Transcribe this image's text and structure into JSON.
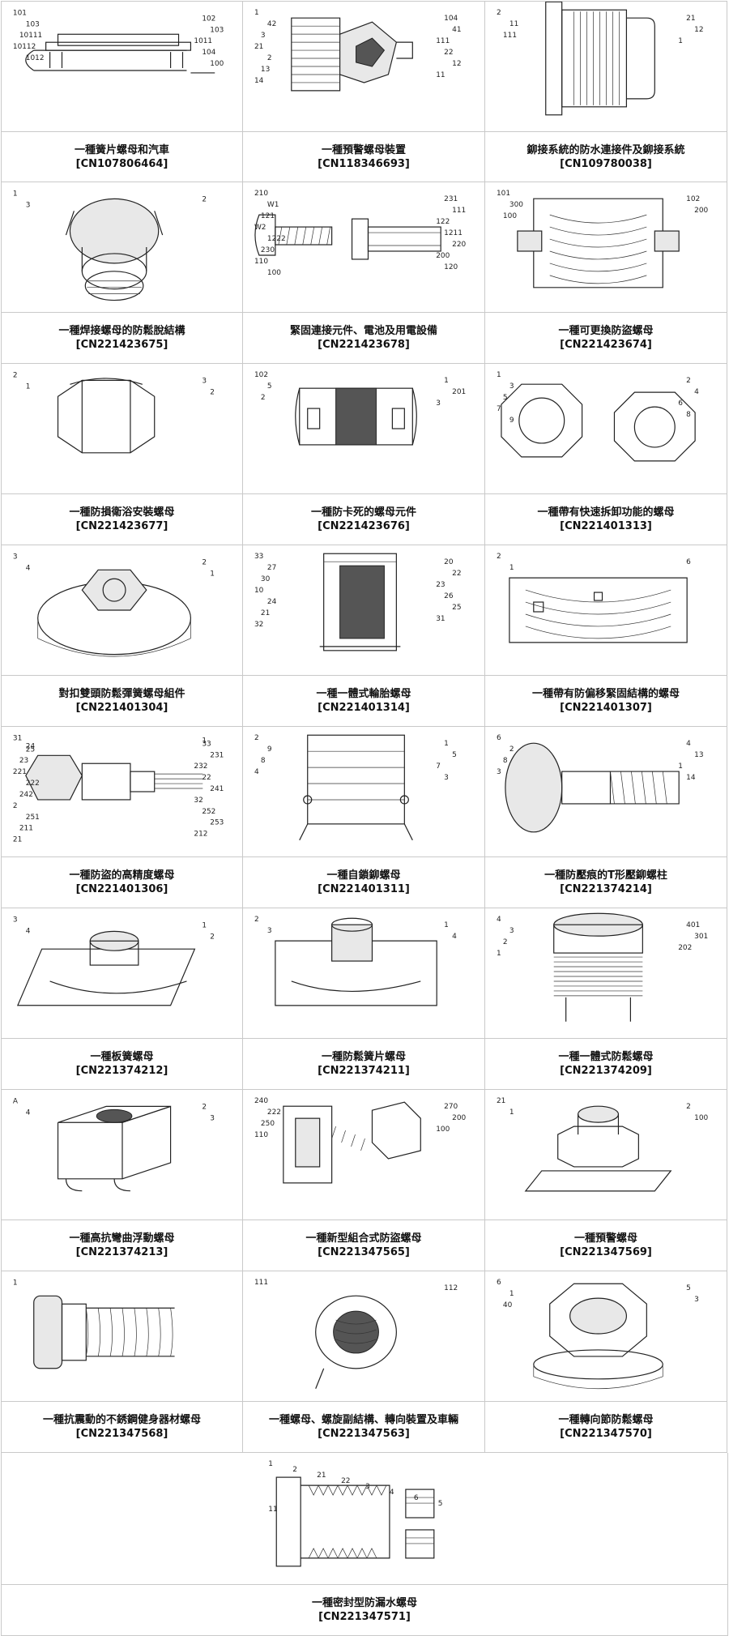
{
  "items": [
    {
      "title": "一種簧片螺母和汽車",
      "num": "[CN107806464]",
      "labels": [
        "101",
        "102",
        "103",
        "103",
        "10111",
        "1011",
        "10112",
        "104",
        "1012",
        "100"
      ]
    },
    {
      "title": "一種預警螺母裝置",
      "num": "[CN118346693]",
      "labels": [
        "1",
        "104",
        "42",
        "41",
        "3",
        "111",
        "21",
        "22",
        "2",
        "12",
        "13",
        "11",
        "14"
      ]
    },
    {
      "title": "鉚接系統的防水連接件及鉚接系統",
      "num": "[CN109780038]",
      "labels": [
        "2",
        "21",
        "11",
        "12",
        "111",
        "1"
      ]
    },
    {
      "title": "一種焊接螺母的防鬆脫結構",
      "num": "[CN221423675]",
      "labels": [
        "1",
        "2",
        "3"
      ]
    },
    {
      "title": "緊固連接元件、電池及用電設備",
      "num": "[CN221423678]",
      "labels": [
        "210",
        "231",
        "W1",
        "111",
        "121",
        "122",
        "W2",
        "1211",
        "1222",
        "220",
        "230",
        "200",
        "110",
        "120",
        "100"
      ]
    },
    {
      "title": "一種可更換防盜螺母",
      "num": "[CN221423674]",
      "labels": [
        "101",
        "102",
        "300",
        "200",
        "100"
      ]
    },
    {
      "title": "一種防損衛浴安裝螺母",
      "num": "[CN221423677]",
      "labels": [
        "2",
        "3",
        "1",
        "2"
      ]
    },
    {
      "title": "一種防卡死的螺母元件",
      "num": "[CN221423676]",
      "labels": [
        "102",
        "1",
        "5",
        "201",
        "2",
        "3"
      ]
    },
    {
      "title": "一種帶有快速拆卸功能的螺母",
      "num": "[CN221401313]",
      "labels": [
        "1",
        "2",
        "3",
        "4",
        "5",
        "6",
        "7",
        "8",
        "9"
      ]
    },
    {
      "title": "對扣雙頭防鬆彈簧螺母組件",
      "num": "[CN221401304]",
      "labels": [
        "3",
        "2",
        "4",
        "1"
      ]
    },
    {
      "title": "一種一體式輪胎螺母",
      "num": "[CN221401314]",
      "labels": [
        "33",
        "20",
        "27",
        "22",
        "30",
        "23",
        "10",
        "26",
        "24",
        "25",
        "21",
        "31",
        "32"
      ]
    },
    {
      "title": "一種帶有防偏移緊固結構的螺母",
      "num": "[CN221401307]",
      "labels": [
        "2",
        "6",
        "1"
      ]
    },
    {
      "title": "一種防盜的高精度螺母",
      "num": "[CN221401306]",
      "labels": [
        "31",
        "33",
        "25",
        "231",
        "23",
        "232",
        "221",
        "22",
        "222",
        "241",
        "242",
        "32",
        "2",
        "252",
        "251",
        "253",
        "211",
        "212",
        "21",
        "1",
        "24"
      ]
    },
    {
      "title": "一種自鎖鉚螺母",
      "num": "[CN221401311]",
      "labels": [
        "2",
        "1",
        "9",
        "5",
        "8",
        "7",
        "4",
        "3"
      ]
    },
    {
      "title": "一種防壓痕的T形壓鉚螺柱",
      "num": "[CN221374214]",
      "labels": [
        "6",
        "4",
        "2",
        "13",
        "8",
        "1",
        "3",
        "14"
      ]
    },
    {
      "title": "一種板簧螺母",
      "num": "[CN221374212]",
      "labels": [
        "3",
        "1",
        "4",
        "2"
      ]
    },
    {
      "title": "一種防鬆簧片螺母",
      "num": "[CN221374211]",
      "labels": [
        "2",
        "1",
        "3",
        "4"
      ]
    },
    {
      "title": "一種一體式防鬆螺母",
      "num": "[CN221374209]",
      "labels": [
        "4",
        "401",
        "3",
        "301",
        "2",
        "202",
        "1"
      ]
    },
    {
      "title": "一種高抗彎曲浮動螺母",
      "num": "[CN221374213]",
      "labels": [
        "A",
        "2",
        "4",
        "3"
      ]
    },
    {
      "title": "一種新型組合式防盜螺母",
      "num": "[CN221347565]",
      "labels": [
        "240",
        "270",
        "222",
        "200",
        "250",
        "100",
        "110"
      ]
    },
    {
      "title": "一種預警螺母",
      "num": "[CN221347569]",
      "labels": [
        "21",
        "2",
        "1",
        "100"
      ]
    },
    {
      "title": "一種抗震動的不銹鋼健身器材螺母",
      "num": "[CN221347568]",
      "labels": [
        "1"
      ]
    },
    {
      "title": "一種螺母、螺旋副結構、轉向裝置及車輛",
      "num": "[CN221347563]",
      "labels": [
        "111",
        "112"
      ]
    },
    {
      "title": "一種轉向節防鬆螺母",
      "num": "[CN221347570]",
      "labels": [
        "6",
        "5",
        "1",
        "3",
        "40"
      ]
    },
    {
      "title": "一種密封型防漏水螺母",
      "num": "[CN221347571]",
      "labels": [
        "1",
        "2",
        "21",
        "22",
        "3",
        "4",
        "6",
        "5",
        "11"
      ]
    }
  ]
}
